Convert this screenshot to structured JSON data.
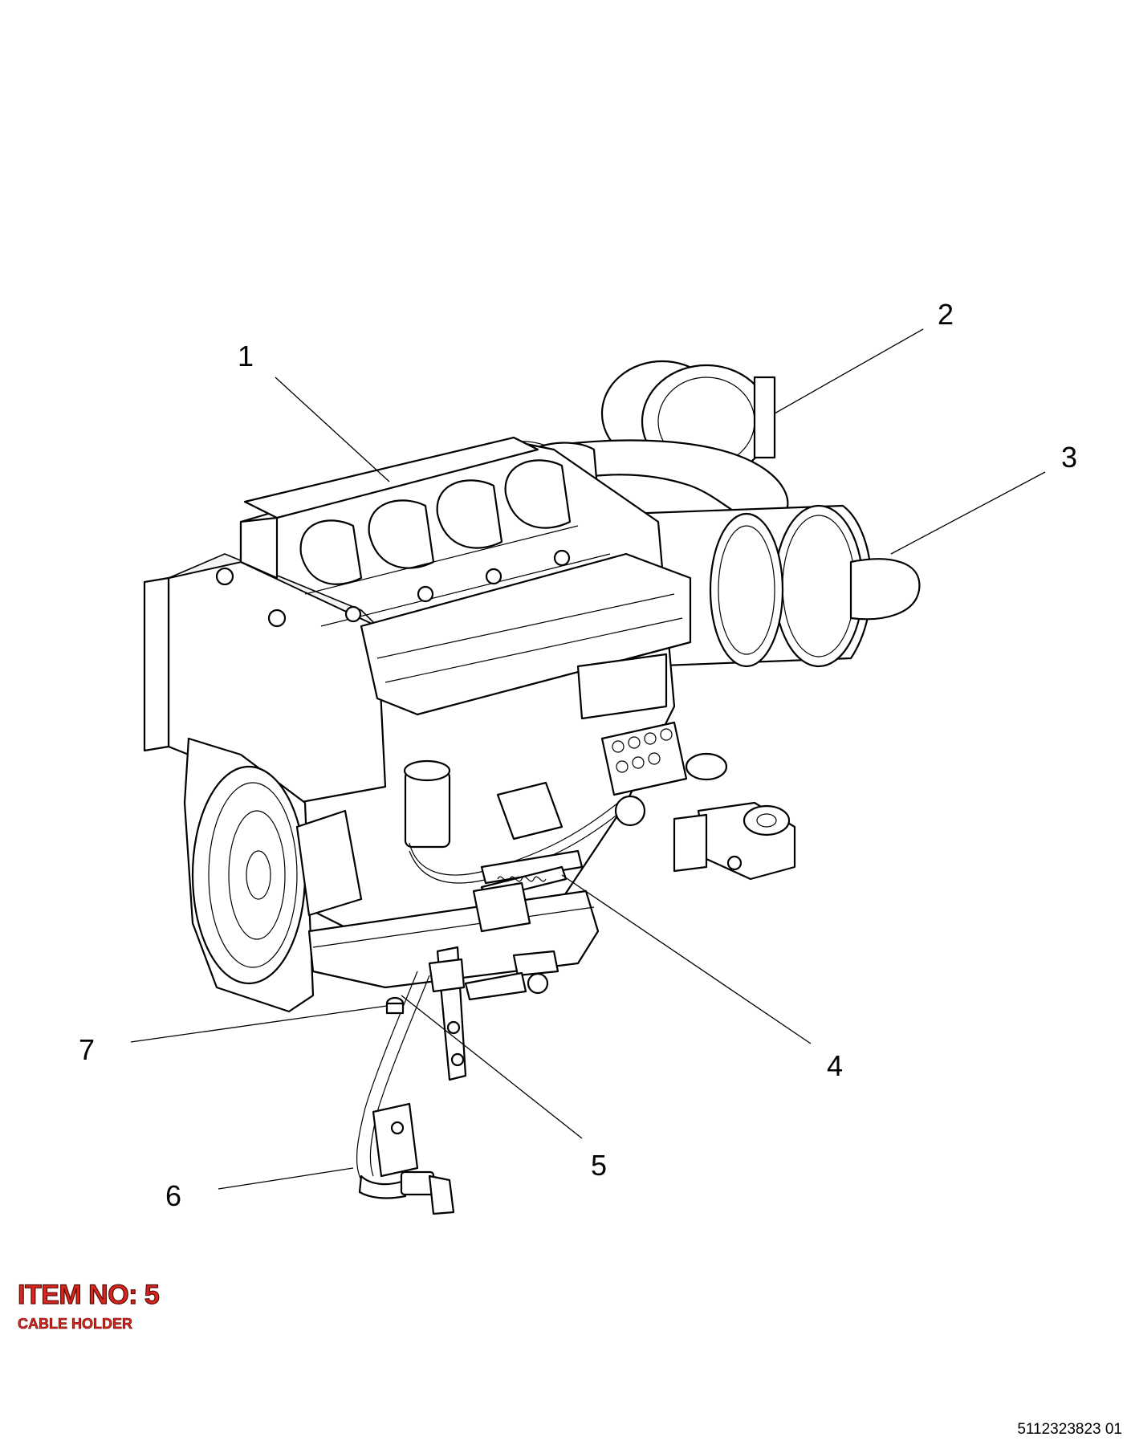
{
  "callouts": [
    {
      "label": "1"
    },
    {
      "label": "2"
    },
    {
      "label": "3"
    },
    {
      "label": "4"
    },
    {
      "label": "5"
    },
    {
      "label": "6"
    },
    {
      "label": "7"
    }
  ],
  "item": {
    "title": "ITEM NO: 5",
    "description": "CABLE HOLDER"
  },
  "drawing_number": "5112323823 01",
  "colors": {
    "item_text": "#d9261c",
    "line_art": "#000000",
    "background": "#ffffff"
  }
}
